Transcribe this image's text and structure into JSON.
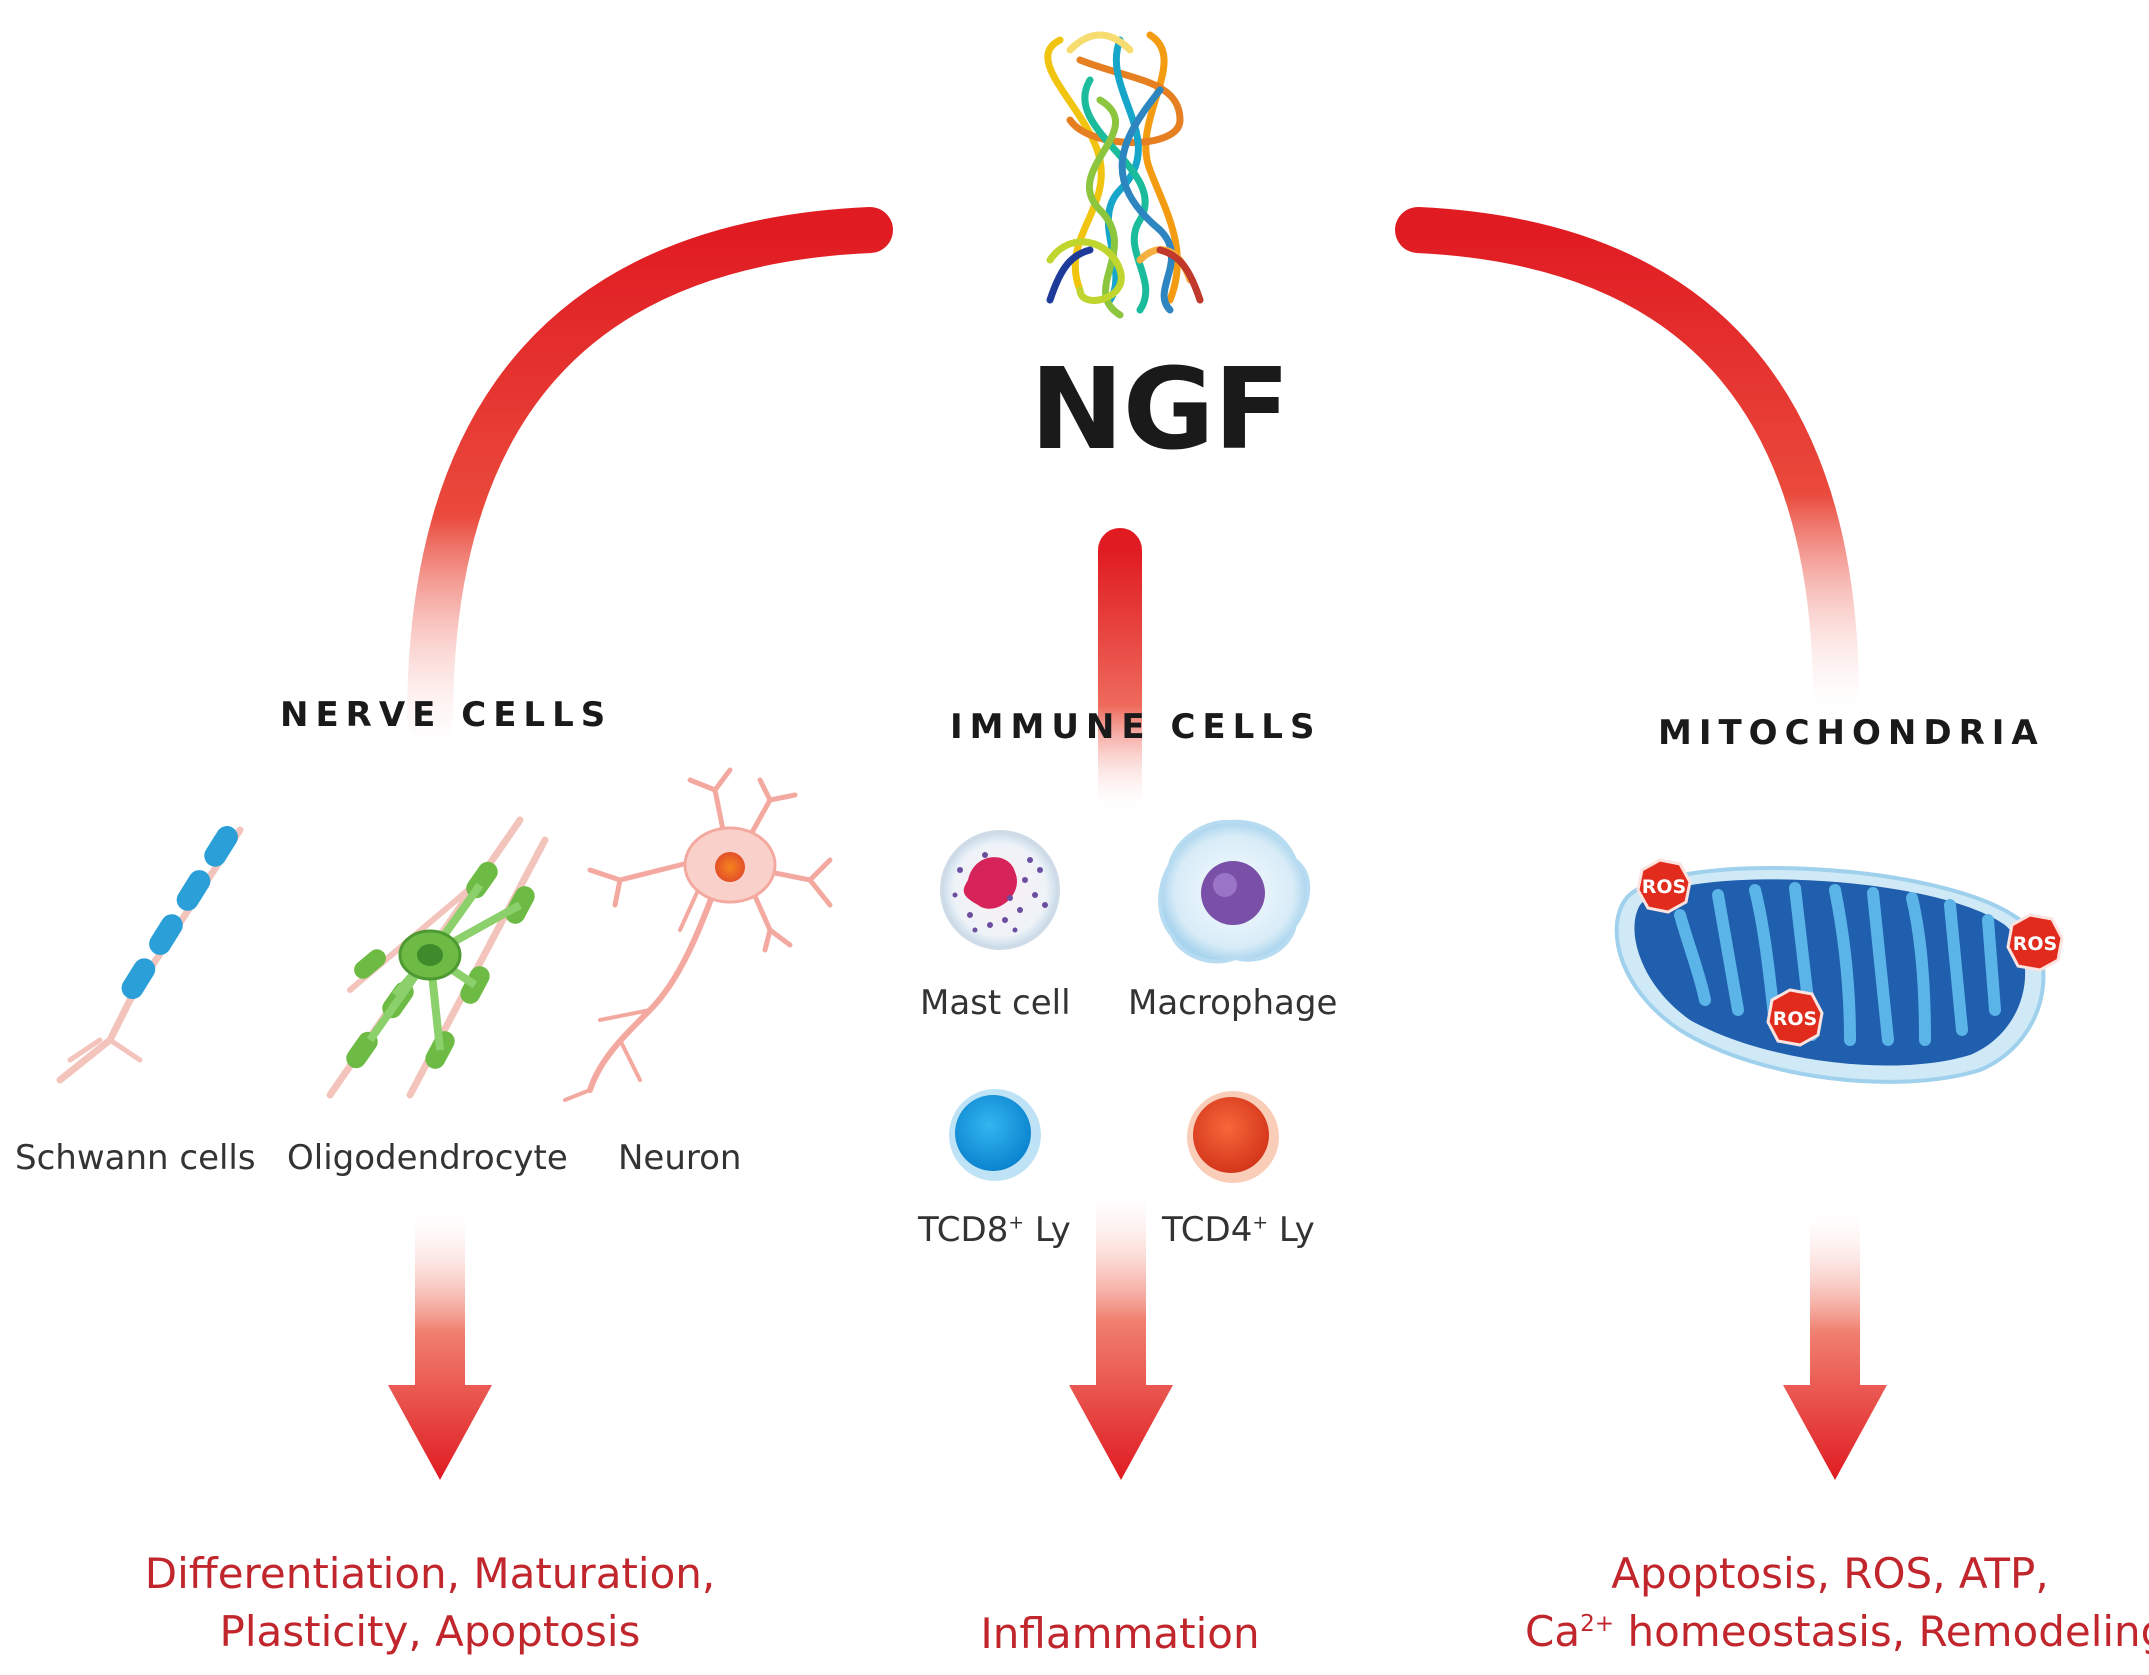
{
  "title": "NGF",
  "colors": {
    "accent_red": "#e01b22",
    "outcome_text": "#c0262c",
    "schwann_blue": "#2a9fd8",
    "oligo_green": "#6dbb45",
    "neuron_pink": "#f4a9a0",
    "mito_blue": "#1f5fae"
  },
  "branches": [
    {
      "heading": "NERVE CELLS",
      "cells": [
        "Schwann cells",
        "Oligodendrocyte",
        "Neuron"
      ],
      "outcome": [
        "Differentiation, Maturation,",
        "Plasticity, Apoptosis"
      ]
    },
    {
      "heading": "IMMUNE CELLS",
      "cells": [
        "Mast cell",
        "Macrophage",
        "TCD8",
        "TCD4"
      ],
      "cell_superscripts": [
        "+",
        "+"
      ],
      "cell_suffix": "Ly",
      "outcome": [
        "Inflammation"
      ]
    },
    {
      "heading": "MITOCHONDRIA",
      "badges": [
        "ROS",
        "ROS",
        "ROS"
      ],
      "outcome_line1": "Apoptosis, ROS, ATP,",
      "outcome_line2_prefix": "Ca",
      "outcome_line2_sup": "2+",
      "outcome_line2_suffix": " homeostasis, Remodeling"
    }
  ],
  "icons": [
    "ngf-protein-icon",
    "schwann-cell-icon",
    "oligodendrocyte-icon",
    "neuron-icon",
    "mast-cell-icon",
    "macrophage-icon",
    "tcd8-lymphocyte-icon",
    "tcd4-lymphocyte-icon",
    "mitochondrion-icon"
  ]
}
